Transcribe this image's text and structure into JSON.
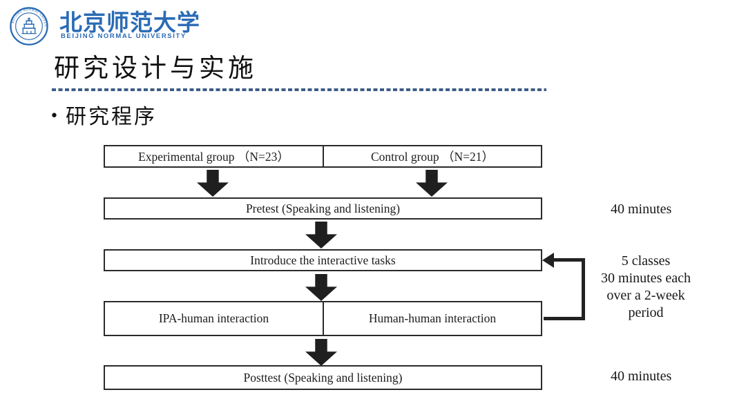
{
  "university": {
    "name_zh": "北京师范大学",
    "name_en": "BEIJING NORMAL UNIVERSITY"
  },
  "slide": {
    "title": "研究设计与实施",
    "bullet_marker": "•",
    "bullet": "研究程序"
  },
  "flowchart": {
    "groups": {
      "experimental": "Experimental group （N=23）",
      "control": "Control group （N=21）"
    },
    "pretest": "Pretest (Speaking and listening)",
    "introduce": "Introduce the interactive tasks",
    "interactions": {
      "ipa": "IPA-human interaction",
      "human": "Human-human interaction"
    },
    "posttest": "Posttest (Speaking and listening)",
    "annotations": {
      "pretest_duration": "40 minutes",
      "posttest_duration": "40 minutes",
      "loop_lines": [
        "5 classes",
        "30 minutes each",
        "over a 2-week",
        "period"
      ]
    }
  },
  "colors": {
    "brand_blue": "#2a6bb5",
    "divider_blue": "#3d5c85",
    "ink": "#1f1f1f"
  }
}
